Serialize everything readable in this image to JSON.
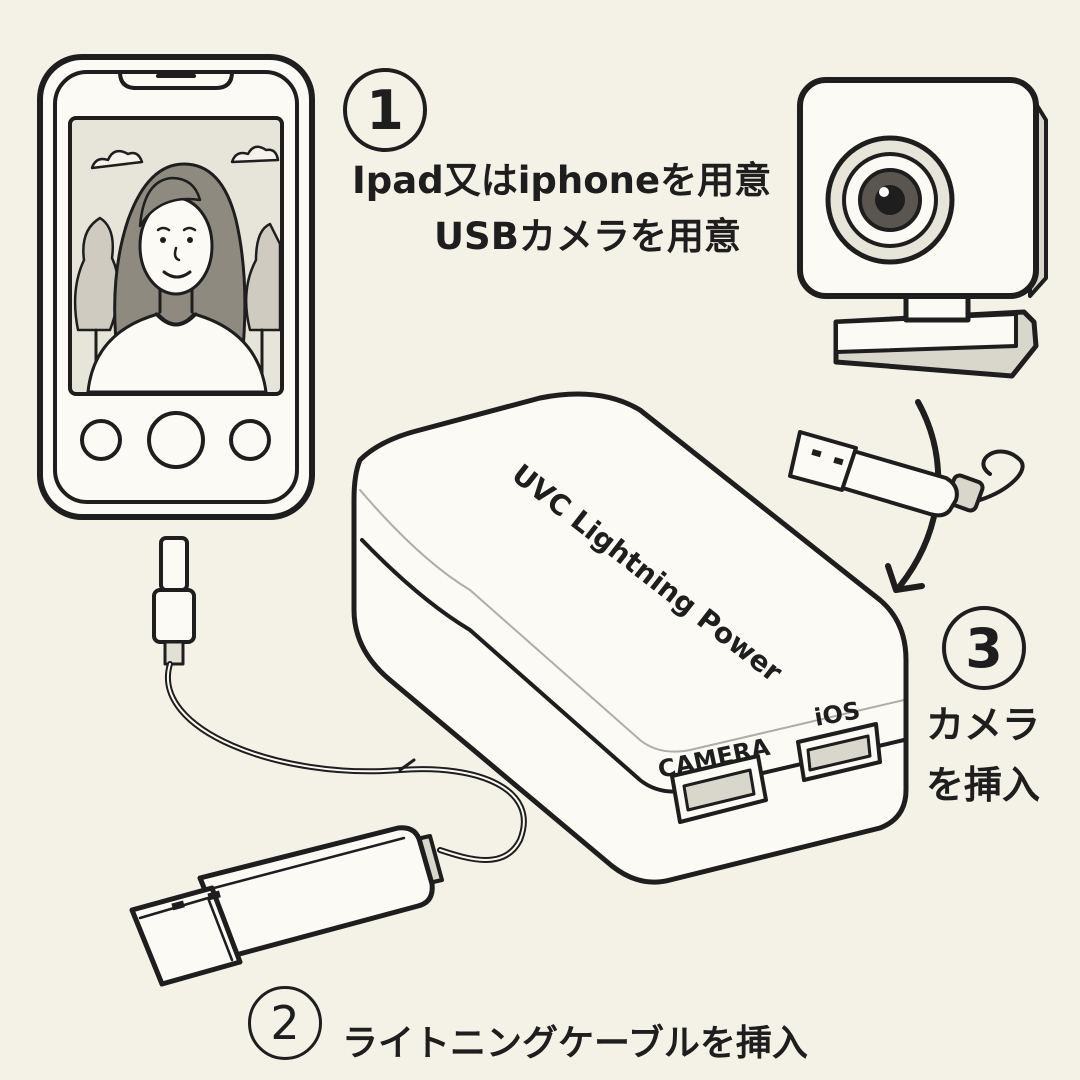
{
  "step1": {
    "number": "1",
    "line1": "Ipad又はiphoneを用意",
    "line2": "USBカメラを用意"
  },
  "step2": {
    "number": "2",
    "text": "ライトニングケーブルを挿入"
  },
  "step3": {
    "number": "3",
    "line1": "カメラ",
    "line2": "を挿入"
  },
  "device": {
    "brand": "UVC Lightning Power",
    "port_camera": "CAMERA",
    "port_ios": "iOS"
  },
  "colors": {
    "background": "#f4f1e6",
    "ink": "#1e1e1e",
    "fill": "#fbfaf5",
    "shade": "#d9d6cc"
  }
}
